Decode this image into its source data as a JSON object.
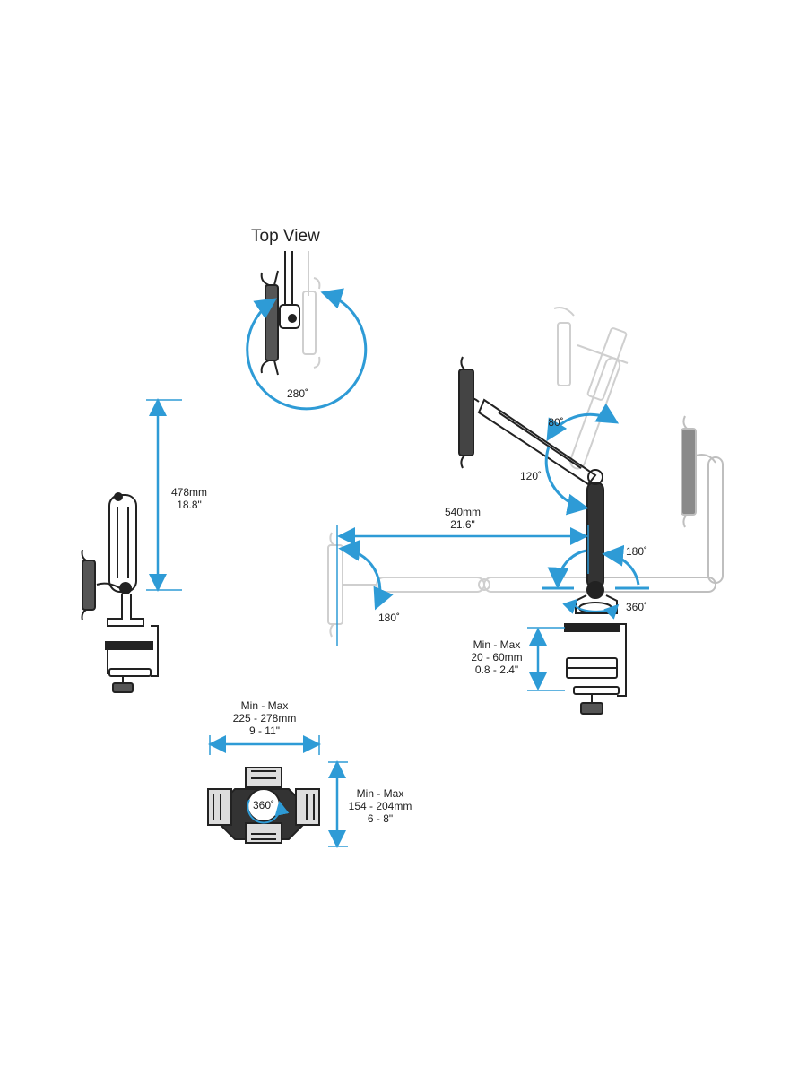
{
  "colors": {
    "accent": "#2e9bd6",
    "line_dark": "#222222",
    "ghost": "#cfcfcf"
  },
  "top_view": {
    "title": "Top View",
    "angle": "280˚"
  },
  "height_dim": {
    "mm": "478mm",
    "inch": "18.8\""
  },
  "reach_dim": {
    "mm": "540mm",
    "inch": "21.6\""
  },
  "angles": {
    "up": "80˚",
    "down": "120˚",
    "swivel_right": "180˚",
    "swivel_left": "180˚",
    "base_rotation": "360˚"
  },
  "clamp_dim": {
    "heading": "Min - Max",
    "mm": "20 - 60mm",
    "inch": "0.8 - 2.4\""
  },
  "holder_width": {
    "heading": "Min - Max",
    "mm": "225 - 278mm",
    "inch": "9 - 11\""
  },
  "holder_height": {
    "heading": "Min - Max",
    "mm": "154 - 204mm",
    "inch": "6 - 8\""
  },
  "holder_rotation": "360˚"
}
